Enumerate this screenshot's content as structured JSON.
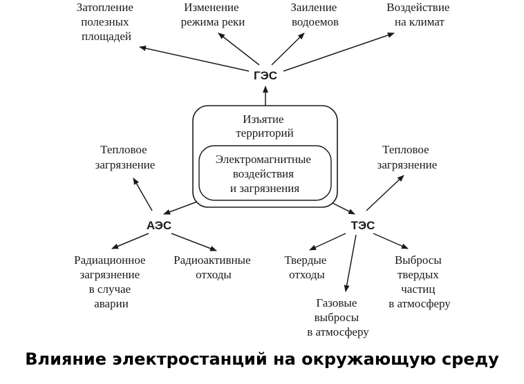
{
  "nodes": {
    "ges": "ГЭС",
    "aes": "АЭС",
    "tes": "ТЭС"
  },
  "center": {
    "outer": [
      "Изъятие",
      "территорий"
    ],
    "inner": [
      "Электромагнитные",
      "воздействия",
      "и загрязнения"
    ]
  },
  "ges_effects": [
    [
      "Затопление",
      "полезных",
      "площадей"
    ],
    [
      "Изменение",
      "режима реки"
    ],
    [
      "Заиление",
      "водоемов"
    ],
    [
      "Воздействие",
      "на климат"
    ]
  ],
  "aes_effects": {
    "thermal": [
      "Тепловое",
      "загрязнение"
    ],
    "radiation": [
      "Радиационное",
      "загрязнение",
      "в случае",
      "аварии"
    ],
    "waste": [
      "Радиоактивные",
      "отходы"
    ]
  },
  "tes_effects": {
    "thermal": [
      "Тепловое",
      "загрязнение"
    ],
    "solid": [
      "Твердые",
      "отходы"
    ],
    "gas": [
      "Газовые",
      "выбросы",
      "в атмосферу"
    ],
    "particles": [
      "Выбросы",
      "твердых",
      "частиц",
      "в атмосферу"
    ]
  },
  "caption": "Влияние электростанций на окружающую среду"
}
